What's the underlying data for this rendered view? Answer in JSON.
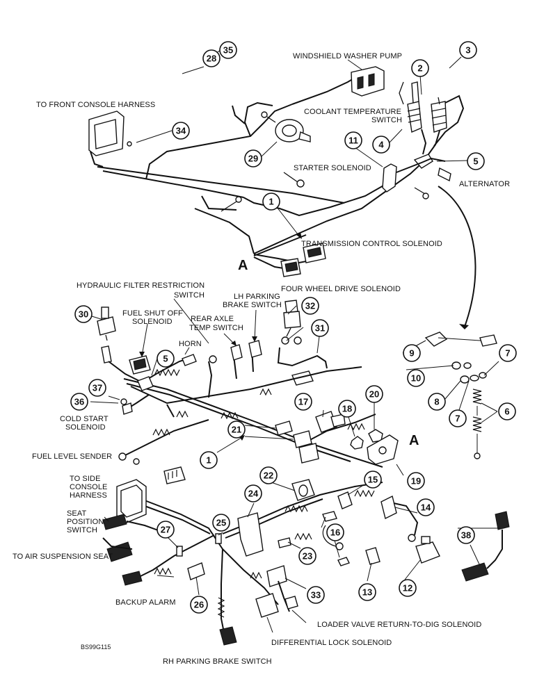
{
  "diagram": {
    "code": "BS99G115",
    "section_marker": "A",
    "labels": {
      "windshield_washer_pump": "WINDSHIELD WASHER PUMP",
      "front_console_harness": "TO FRONT CONSOLE HARNESS",
      "coolant_temperature_switch_1": "COOLANT TEMPERATURE",
      "coolant_temperature_switch_2": "SWITCH",
      "starter_solenoid": "STARTER SOLENOID",
      "alternator": "ALTERNATOR",
      "transmission_control_solenoid": "TRANSMISSION CONTROL SOLENOID",
      "four_wheel_drive_solenoid": "FOUR WHEEL DRIVE SOLENOID",
      "hydraulic_filter_switch_1": "HYDRAULIC FILTER RESTRICTION",
      "hydraulic_filter_switch_2": "SWITCH",
      "lh_parking_brake_switch_1": "LH PARKING",
      "lh_parking_brake_switch_2": "BRAKE SWITCH",
      "fuel_shut_off_solenoid_1": "FUEL SHUT OFF",
      "fuel_shut_off_solenoid_2": "SOLENOID",
      "rear_axle_temp_switch_1": "REAR AXLE",
      "rear_axle_temp_switch_2": "TEMP SWITCH",
      "horn": "HORN",
      "cold_start_solenoid_1": "COLD START",
      "cold_start_solenoid_2": "SOLENOID",
      "fuel_level_sender": "FUEL LEVEL SENDER",
      "side_console_harness_1": "TO SIDE",
      "side_console_harness_2": "CONSOLE",
      "side_console_harness_3": "HARNESS",
      "seat_position_switch_1": "SEAT",
      "seat_position_switch_2": "POSITION",
      "seat_position_switch_3": "SWITCH",
      "air_suspension_seat": "TO AIR SUSPENSION SEAT",
      "backup_alarm": "BACKUP ALARM",
      "loader_valve_solenoid": "LOADER VALVE RETURN-TO-DIG SOLENOID",
      "differential_lock_solenoid": "DIFFERENTIAL LOCK SOLENOID",
      "rh_parking_brake_switch": "RH PARKING BRAKE SWITCH"
    },
    "callouts": [
      "1",
      "2",
      "3",
      "4",
      "5",
      "6",
      "7",
      "8",
      "9",
      "10",
      "11",
      "12",
      "13",
      "14",
      "15",
      "16",
      "17",
      "18",
      "19",
      "20",
      "21",
      "22",
      "23",
      "24",
      "25",
      "26",
      "27",
      "28",
      "29",
      "30",
      "31",
      "32",
      "33",
      "34",
      "35",
      "36",
      "37",
      "38"
    ]
  }
}
